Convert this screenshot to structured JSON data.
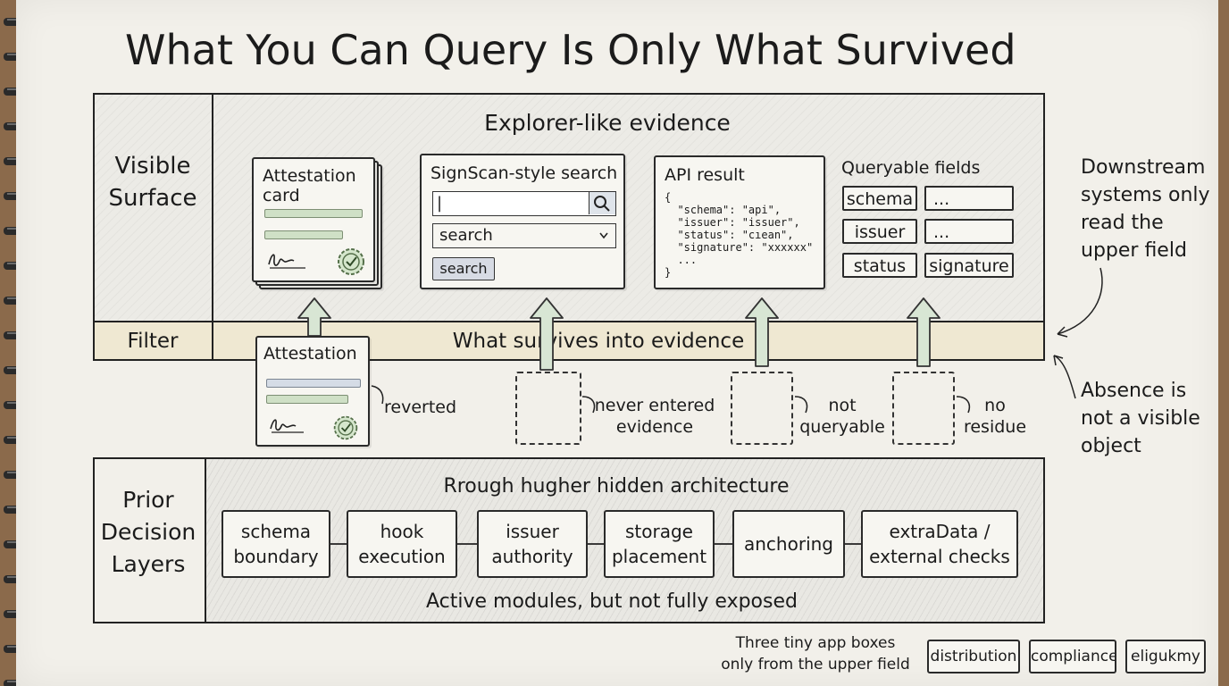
{
  "title": "What You Can Query Is Only What Survived",
  "visible_surface": {
    "label_line1": "Visible",
    "label_line2": "Surface",
    "header": "Explorer-like evidence",
    "attestation_card": {
      "title_line1": "Attestation",
      "title_line2": "card"
    },
    "search_panel": {
      "title": "SignScan-style search",
      "input_value": "|",
      "select_value": "search",
      "button_label": "search"
    },
    "api_result": {
      "title": "API result",
      "code": "{\n  \"schema\": \"api\",\n  \"issuer\": \"issuer\",\n  \"status\": \"cıean\",\n  \"signature\": \"xxxxxx\"\n  ...\n}"
    },
    "queryable_fields": {
      "title": "Queryable fields",
      "fields": [
        "schema",
        "...",
        "issuer",
        "...",
        "status",
        "signature"
      ]
    }
  },
  "filter": {
    "label": "Filter",
    "caption": "What survives into evidence"
  },
  "below_filter": {
    "attestation_title": "Attestation",
    "reverted": "reverted",
    "never_entered_line1": "never entered",
    "never_entered_line2": "evidence",
    "not_queryable_line1": "not",
    "not_queryable_line2": "queryable",
    "no_residue_line1": "no",
    "no_residue_line2": "residue"
  },
  "side_notes": {
    "downstream": [
      "Downstream",
      "systems only",
      "read the",
      "upper field"
    ],
    "absence": [
      "Absence is",
      "not a visible",
      "object"
    ]
  },
  "prior_decision": {
    "label_lines": [
      "Prior",
      "Decision",
      "Layers"
    ],
    "header": "Rrough hugher hidden architecture",
    "layers": [
      {
        "line1": "schema",
        "line2": "boundary"
      },
      {
        "line1": "hook",
        "line2": "execution"
      },
      {
        "line1": "issuer",
        "line2": "authority"
      },
      {
        "line1": "storage",
        "line2": "placement"
      },
      {
        "line1": "anchoring",
        "line2": ""
      },
      {
        "line1": "extraData /",
        "line2": "external checks"
      }
    ],
    "footer": "Active modules, but not fully exposed"
  },
  "apps": {
    "caption_line1": "Three tiny app boxes",
    "caption_line2": "only from the upper field",
    "boxes": [
      "distribution",
      "compliance",
      "eligukmy"
    ]
  },
  "colors": {
    "paper": "#f2f0ea",
    "filter_band": "#efe8d2",
    "arrow_fill": "#d8e6d4",
    "green_bar": "#cfe0c6",
    "blue_bar": "#d5dce6"
  },
  "icons": [
    "search-icon",
    "chevron-down-icon",
    "signature-icon",
    "check-seal-icon"
  ]
}
